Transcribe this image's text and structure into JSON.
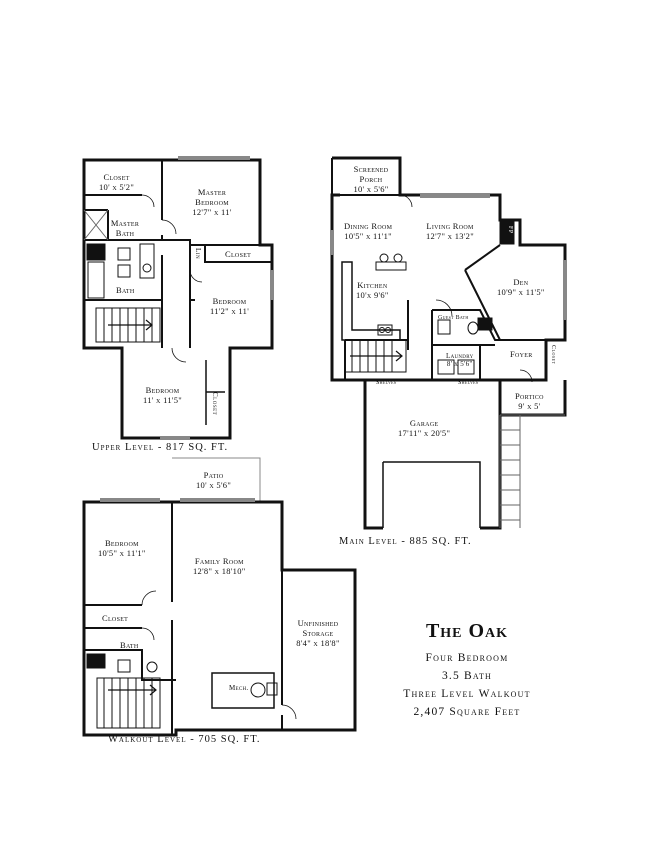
{
  "plan": {
    "name": "The Oak",
    "bedrooms": "Four Bedroom",
    "baths": "3.5 Bath",
    "style": "Three Level Walkout",
    "total_area": "2,407 Square Feet"
  },
  "levels": {
    "upper": "Upper Level - 817 SQ. FT.",
    "main": "Main Level - 885 SQ. FT.",
    "walkout": "Walkout Level - 705 SQ. FT."
  },
  "upper_rooms": {
    "closet1": {
      "name": "Closet",
      "dim": "10' x 5'2\""
    },
    "master_bedroom": {
      "name": "Master Bedroom",
      "dim": "12'7\" x 11'"
    },
    "master_bath": {
      "name": "Master Bath"
    },
    "lin": "Lin",
    "closet2": "Closet",
    "bath": "Bath",
    "bedroom1": {
      "name": "Bedroom",
      "dim": "11'2\" x 11'"
    },
    "bedroom2": {
      "name": "Bedroom",
      "dim": "11' x 11'5\""
    },
    "closet3": "Closet"
  },
  "main_rooms": {
    "screened_porch": {
      "name": "Screened Porch",
      "dim": "10' x 5'6\""
    },
    "dining_room": {
      "name": "Dining Room",
      "dim": "10'5\" x 11'1\""
    },
    "living_room": {
      "name": "Living Room",
      "dim": "12'7\" x 13'2\""
    },
    "fp": "FP",
    "kitchen": {
      "name": "Kitchen",
      "dim": "10'x 9'6\""
    },
    "den": {
      "name": "Den",
      "dim": "10'9\" x 11'5\""
    },
    "guest_bath": "Guest Bath",
    "laundry": {
      "name": "Laundry",
      "dim": "8' x 5'6\""
    },
    "foyer": "Foyer",
    "closet": "Closet",
    "shelves1": "Shelves",
    "shelves2": "Shelves",
    "portico": {
      "name": "Portico",
      "dim": "9' x 5'"
    },
    "garage": {
      "name": "Garage",
      "dim": "17'11\" x 20'5\""
    }
  },
  "walkout_rooms": {
    "patio": {
      "name": "Patio",
      "dim": "10' x 5'6\""
    },
    "bedroom": {
      "name": "Bedroom",
      "dim": "10'5\" x 11'1\""
    },
    "family_room": {
      "name": "Family Room",
      "dim": "12'8\" x 18'10\""
    },
    "storage": {
      "name": "Unfinished Storage",
      "dim": "8'4\" x 18'8\""
    },
    "closet": "Closet",
    "bath": "Bath",
    "mech": "Mech."
  }
}
